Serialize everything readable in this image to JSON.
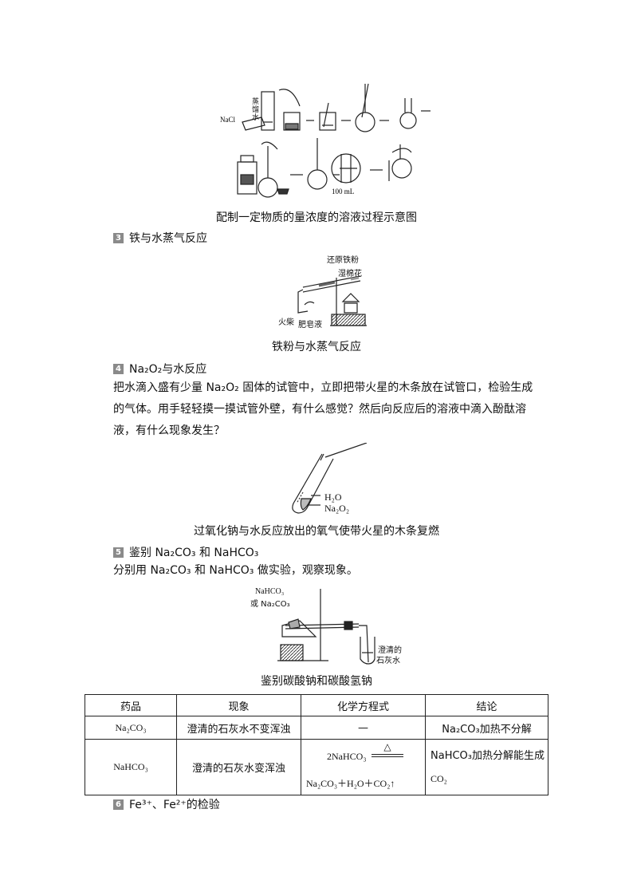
{
  "fig1": {
    "labels": {
      "nacl": "NaCl",
      "water": "蒸馏水",
      "volume": "100 mL"
    },
    "caption": "配制一定物质的量浓度的溶液过程示意图"
  },
  "sec3": {
    "num": "3",
    "title": "铁与水蒸气反应"
  },
  "fig2": {
    "labels": {
      "iron": "还原铁粉",
      "cotton": "湿棉花",
      "match": "火柴",
      "soap": "肥皂液"
    },
    "caption": "铁粉与水蒸气反应"
  },
  "sec4": {
    "num": "4",
    "title": "Na₂O₂与水反应",
    "paragraph": "把水滴入盛有少量 Na₂O₂ 固体的试管中，立即把带火星的木条放在试管口，检验生成的气体。用手轻轻摸一摸试管外壁，有什么感觉？然后向反应后的溶液中滴入酚酞溶液，有什么现象发生？"
  },
  "fig3": {
    "labels": {
      "water": "H₂O",
      "peroxide": "Na₂O₂"
    },
    "caption": "过氧化钠与水反应放出的氧气使带火星的木条复燃"
  },
  "sec5": {
    "num": "5",
    "title": "鉴别 Na₂CO₃ 和 NaHCO₃",
    "paragraph": "分别用 Na₂CO₃ 和 NaHCO₃ 做实验，观察现象。"
  },
  "fig4": {
    "labels": {
      "sample1": "NaHCO₃",
      "sample2": "或 Na₂CO₃",
      "lime1": "澄清的",
      "lime2": "石灰水"
    },
    "caption": "鉴别碳酸钠和碳酸氢钠"
  },
  "table": {
    "headers": [
      "药品",
      "现象",
      "化学方程式",
      "结论"
    ],
    "row1": {
      "drug": "Na₂CO₃",
      "phenomenon": "澄清的石灰水不变浑浊",
      "equation": "—",
      "conclusion": "Na₂CO₃加热不分解"
    },
    "row2": {
      "drug": "NaHCO₃",
      "phenomenon": "澄清的石灰水变浑浊",
      "eq_left": "2NaHCO₃",
      "eq_condition": "△",
      "eq_right": "Na₂CO₃＋H₂O＋CO₂↑",
      "conclusion_1": "NaHCO₃加热分解能生成",
      "conclusion_2": "CO₂"
    }
  },
  "sec6": {
    "num": "6",
    "title": "Fe³⁺、Fe²⁺的检验"
  }
}
